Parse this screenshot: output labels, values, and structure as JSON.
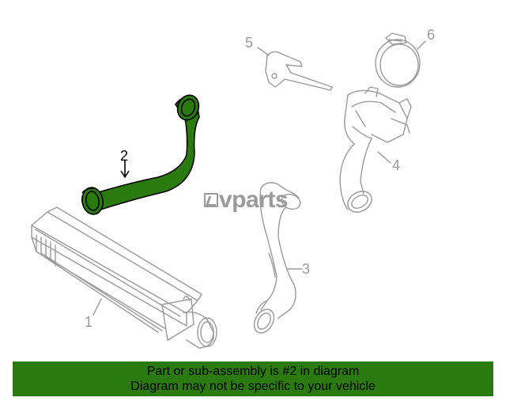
{
  "colors": {
    "highlight_fill": "#2a7a10",
    "line_art": "#9a9a9a",
    "banner_bg": "#2a7a10"
  },
  "brand": {
    "logo_text": "vparts"
  },
  "callouts": [
    {
      "id": "1",
      "label": "1"
    },
    {
      "id": "2",
      "label": "2",
      "highlighted": true
    },
    {
      "id": "3",
      "label": "3"
    },
    {
      "id": "4",
      "label": "4"
    },
    {
      "id": "5",
      "label": "5"
    },
    {
      "id": "6",
      "label": "6"
    }
  ],
  "banner": {
    "line1": "Part or sub-assembly is #2 in diagram",
    "line2": "Diagram may not be specific to your vehicle"
  }
}
